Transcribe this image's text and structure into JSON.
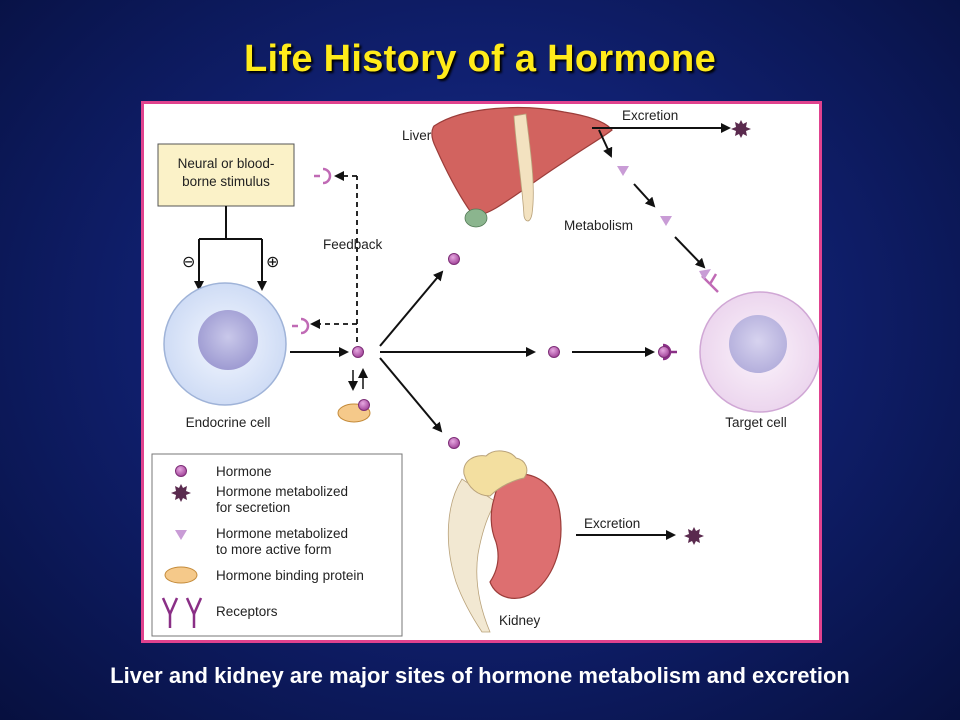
{
  "title": "Life History of  a Hormone",
  "caption": "Liver and kidney are major sites of hormone metabolism and excretion",
  "diagram": {
    "labels": {
      "stimulus_line1": "Neural or blood-",
      "stimulus_line2": "borne stimulus",
      "feedback": "Feedback",
      "liver": "Liver",
      "excretion_top": "Excretion",
      "metabolism": "Metabolism",
      "endocrine_cell": "Endocrine cell",
      "target_cell": "Target cell",
      "kidney": "Kidney",
      "excretion_bottom": "Excretion",
      "minus": "⊖",
      "plus": "⊕"
    },
    "legend": [
      {
        "icon": "hormone",
        "text1": "Hormone",
        "text2": ""
      },
      {
        "icon": "metabolized-secretion",
        "text1": "Hormone metabolized",
        "text2": "for secretion"
      },
      {
        "icon": "metabolized-active",
        "text1": "Hormone metabolized",
        "text2": "to more active form"
      },
      {
        "icon": "binding-protein",
        "text1": "Hormone binding protein",
        "text2": ""
      },
      {
        "icon": "receptors",
        "text1": "Receptors",
        "text2": ""
      }
    ]
  },
  "colors": {
    "title": "#ffeb1a",
    "border": "#e0428e",
    "hormone": "#b14ea8",
    "triangle": "#c99cd6",
    "liver": "#d2635f",
    "kidney": "#dd6f70",
    "adrenal": "#f3dfa0",
    "stimulus_box": "#fbf2c8",
    "endocrine_cell": "#e3ecfb",
    "target_cell": "#f7eaf7"
  }
}
